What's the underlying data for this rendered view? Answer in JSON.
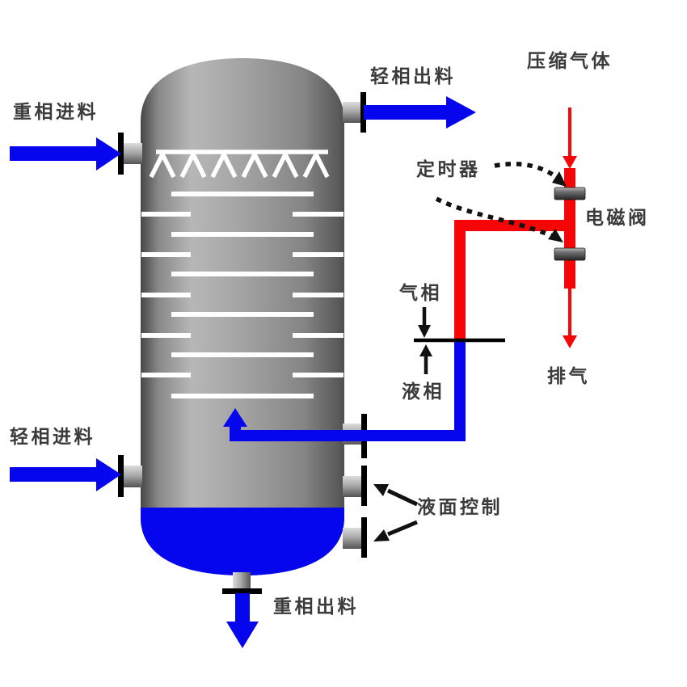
{
  "labels": {
    "heavy_feed": "重相进料",
    "light_outlet": "轻相出料",
    "compressed_gas": "压缩气体",
    "timer": "定时器",
    "solenoid_valve": "电磁阀",
    "gas_phase": "气相",
    "liquid_phase": "液相",
    "vent": "排气",
    "light_feed": "轻相进料",
    "level_control": "液面控制",
    "heavy_outlet": "重相出料"
  },
  "colors": {
    "pipe_blue": "#0606ee",
    "pipe_red": "#f50505",
    "liquid_blue": "#0606ee",
    "label_text": "#3b3b3b"
  }
}
